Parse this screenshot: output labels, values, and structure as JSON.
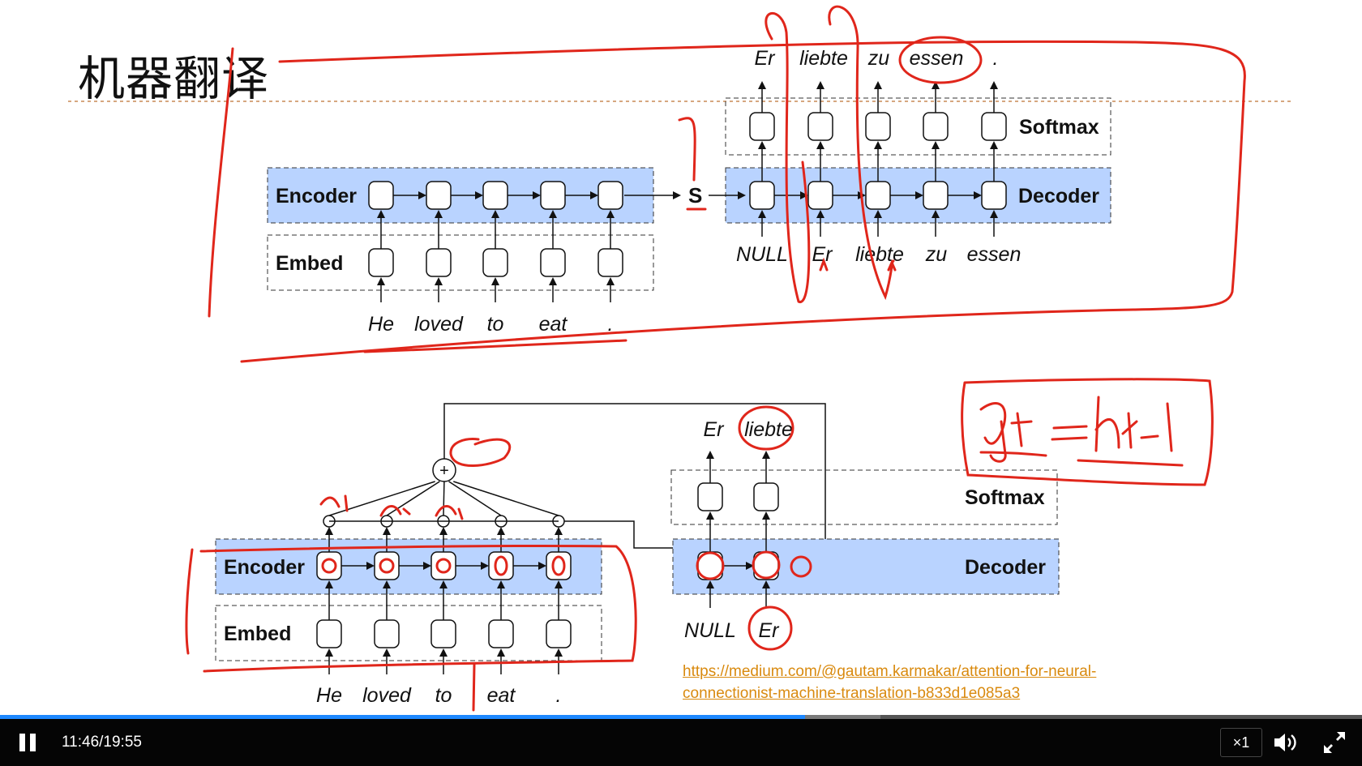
{
  "slide": {
    "title": "机器翻译",
    "top_diagram": {
      "output_words": [
        "Er",
        "liebte",
        "zu",
        "essen",
        "."
      ],
      "softmax_label": "Softmax",
      "encoder_label": "Encoder",
      "decoder_label": "Decoder",
      "embed_label": "Embed",
      "state_label": "S",
      "decoder_inputs": [
        "NULL",
        "Er",
        "liebte",
        "zu",
        "essen"
      ],
      "encoder_inputs": [
        "He",
        "loved",
        "to",
        "eat",
        "."
      ]
    },
    "bottom_diagram": {
      "output_words": [
        "Er",
        "liebte"
      ],
      "softmax_label": "Softmax",
      "encoder_label": "Encoder",
      "decoder_label": "Decoder",
      "embed_label": "Embed",
      "decoder_inputs": [
        "NULL",
        "Er"
      ],
      "encoder_inputs": [
        "He",
        "loved",
        "to",
        "eat",
        "."
      ],
      "combine_symbol": "+"
    },
    "link_text_line1": "https://medium.com/@gautam.karmakar/attention-for-neural-",
    "link_text_line2": "connectionist-machine-translation-b833d1e085a3",
    "annotation_formula": "qt = ht-1"
  },
  "player": {
    "current_time": "11:46",
    "separator": "/",
    "duration": "19:55",
    "progress_fraction": 0.591,
    "speed": "×1",
    "icons": {
      "play_state": "pause-icon",
      "volume": "volume-icon",
      "fullscreen": "fullscreen-icon"
    }
  },
  "colors": {
    "encoder_fill": "#b9d3ff",
    "annotation_red": "#e0261b",
    "link_orange": "#d98a0f",
    "progress_blue": "#1e88ff",
    "control_bar": "#050505"
  }
}
